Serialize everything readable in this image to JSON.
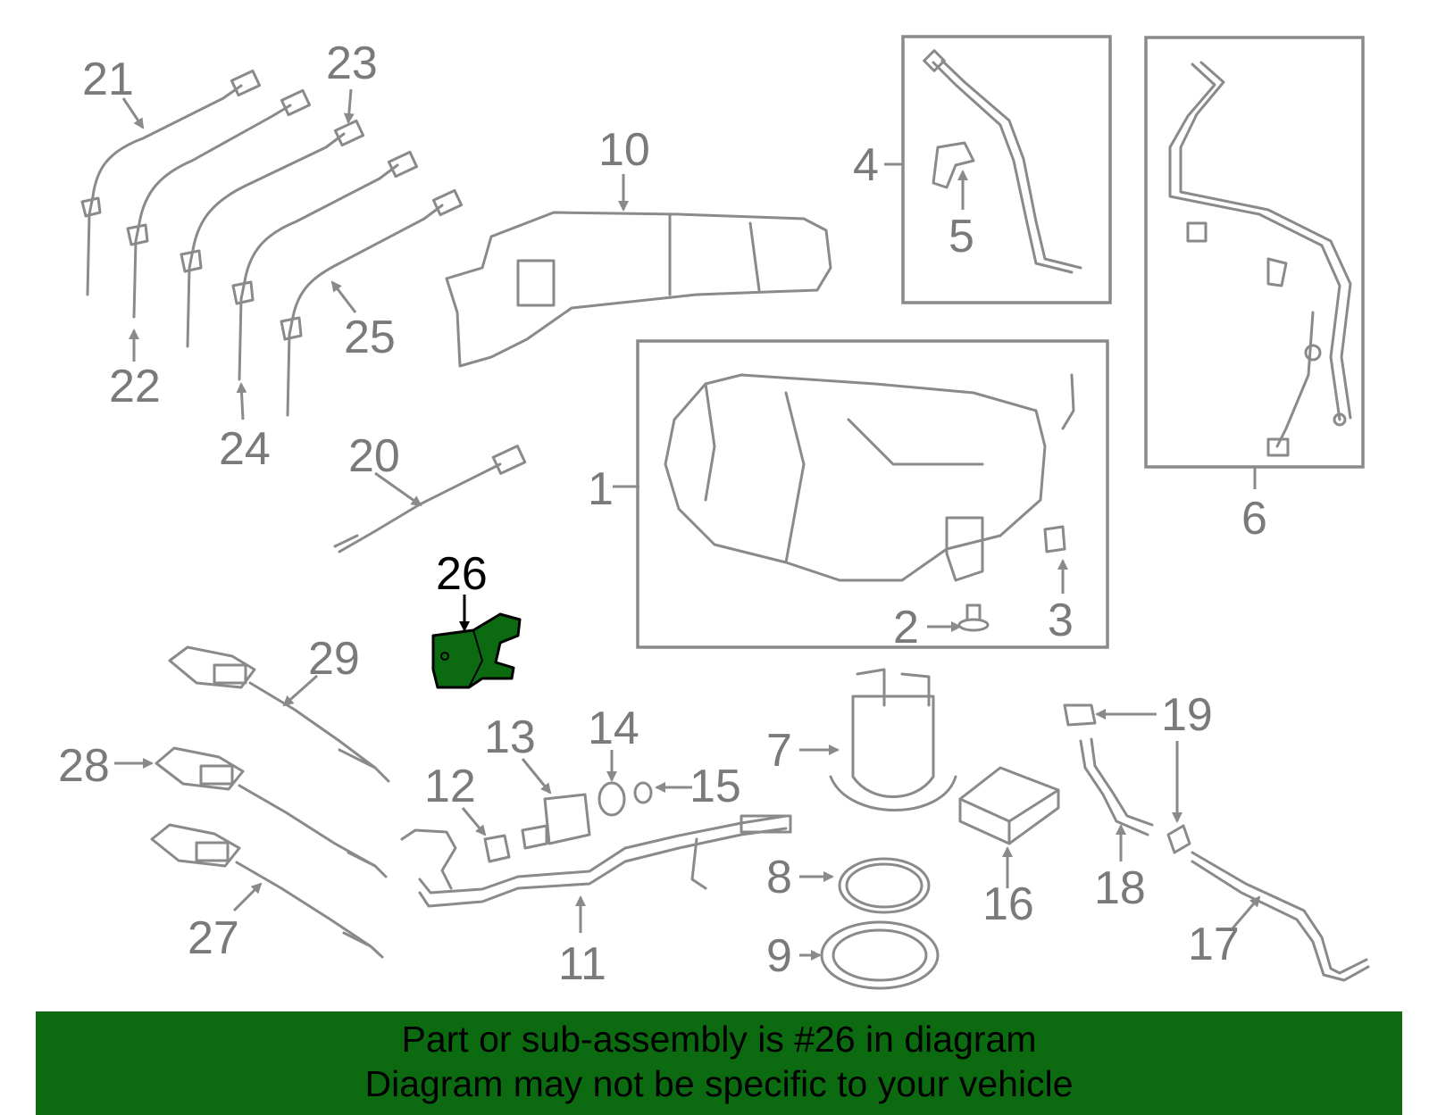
{
  "diagram": {
    "highlight_color": "#0c6b10",
    "callouts": {
      "c1": "1",
      "c2": "2",
      "c3": "3",
      "c4": "4",
      "c5": "5",
      "c6": "6",
      "c7": "7",
      "c8": "8",
      "c9": "9",
      "c10": "10",
      "c11": "11",
      "c12": "12",
      "c13": "13",
      "c14": "14",
      "c15": "15",
      "c16": "16",
      "c17": "17",
      "c18": "18",
      "c19": "19",
      "c20": "20",
      "c21": "21",
      "c22": "22",
      "c23": "23",
      "c24": "24",
      "c25": "25",
      "c26": "26",
      "c27": "27",
      "c28": "28",
      "c29": "29"
    }
  },
  "banner": {
    "background_color": "#0c6b10",
    "line1": "Part or sub-assembly is #26 in diagram",
    "line2": "Diagram may not be specific to your vehicle"
  }
}
